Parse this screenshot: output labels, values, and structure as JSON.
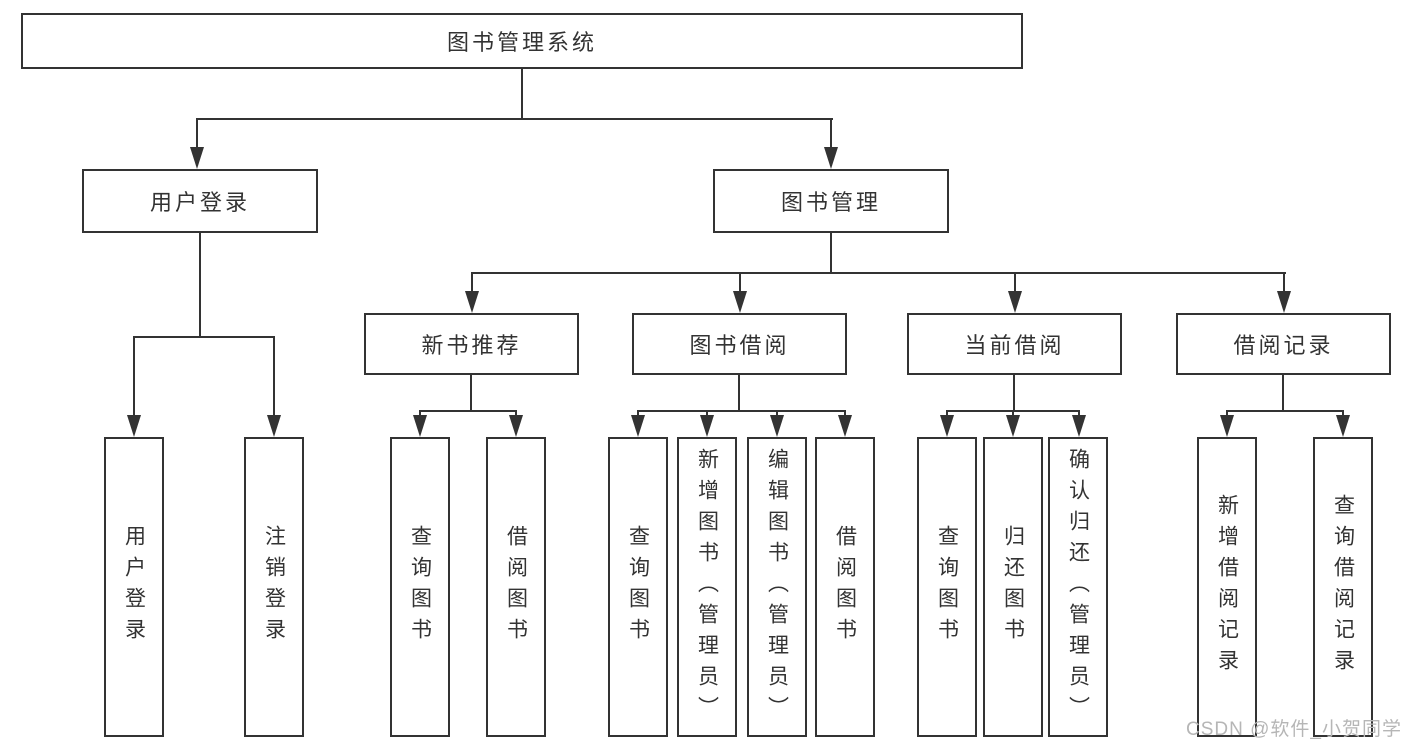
{
  "tree": {
    "root": {
      "label": "图书管理系统"
    },
    "branches": [
      {
        "label": "用户登录",
        "children": [
          {
            "label": "用户登录"
          },
          {
            "label": "注销登录"
          }
        ]
      },
      {
        "label": "图书管理",
        "children": [
          {
            "label": "新书推荐",
            "children": [
              {
                "label": "查询图书"
              },
              {
                "label": "借阅图书"
              }
            ]
          },
          {
            "label": "图书借阅",
            "children": [
              {
                "label": "查询图书"
              },
              {
                "label": "新增图书（管理员）"
              },
              {
                "label": "编辑图书（管理员）"
              },
              {
                "label": "借阅图书"
              }
            ]
          },
          {
            "label": "当前借阅",
            "children": [
              {
                "label": "查询图书"
              },
              {
                "label": "归还图书"
              },
              {
                "label": "确认归还（管理员）"
              }
            ]
          },
          {
            "label": "借阅记录",
            "children": [
              {
                "label": "新增借阅记录"
              },
              {
                "label": "查询借阅记录"
              }
            ]
          }
        ]
      }
    ]
  },
  "watermark": {
    "text": "CSDN @软件_小贺同学"
  },
  "colors": {
    "line": "#333333",
    "text": "#333333",
    "watermark": "#b6b6b6",
    "background": "#ffffff"
  }
}
